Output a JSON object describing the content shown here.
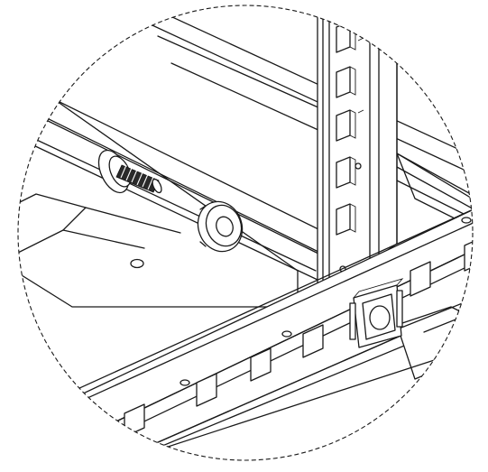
{
  "figure": {
    "type": "technical-detail-callout",
    "style": "dashed-circle-magnification",
    "background": "#ffffff",
    "line_color": "#1a1a1a",
    "components": [
      "cabinet-frame",
      "vertical-mounting-rail",
      "horizontal-mounting-rail",
      "cage-nut",
      "mounting-screw",
      "plastic-washer"
    ],
    "labels": []
  }
}
